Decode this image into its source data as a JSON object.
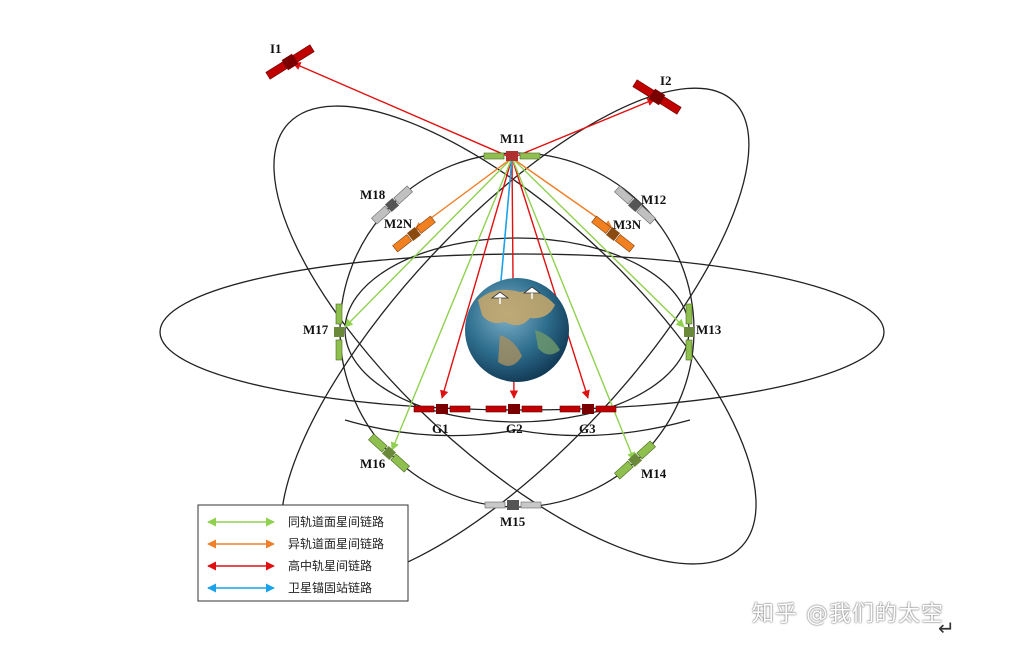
{
  "satellites": {
    "I1": "I1",
    "I2": "I2",
    "M11": "M11",
    "M12": "M12",
    "M13": "M13",
    "M14": "M14",
    "M15": "M15",
    "M16": "M16",
    "M17": "M17",
    "M18": "M18",
    "M2N": "M2N",
    "M3N": "M3N",
    "G1": "G1",
    "G2": "G2",
    "G3": "G3"
  },
  "legend": {
    "items": [
      {
        "label": "同轨道面星间链路",
        "color": "#8fd14f"
      },
      {
        "label": "异轨道面星间链路",
        "color": "#f07f2a"
      },
      {
        "label": "高中轨星间链路",
        "color": "#c00000"
      },
      {
        "label": "卫星锚固站链路",
        "color": "#1aa3e8"
      }
    ]
  },
  "colors": {
    "same_plane": "#8fd14f",
    "cross_plane": "#f07f2a",
    "high_medium": "#e01010",
    "anchor": "#1aa3e8"
  },
  "watermark": "知乎 @我们的太空",
  "icons": [
    "earth-icon",
    "satellite-icon",
    "ground-station-icon",
    "return-arrow-icon"
  ]
}
